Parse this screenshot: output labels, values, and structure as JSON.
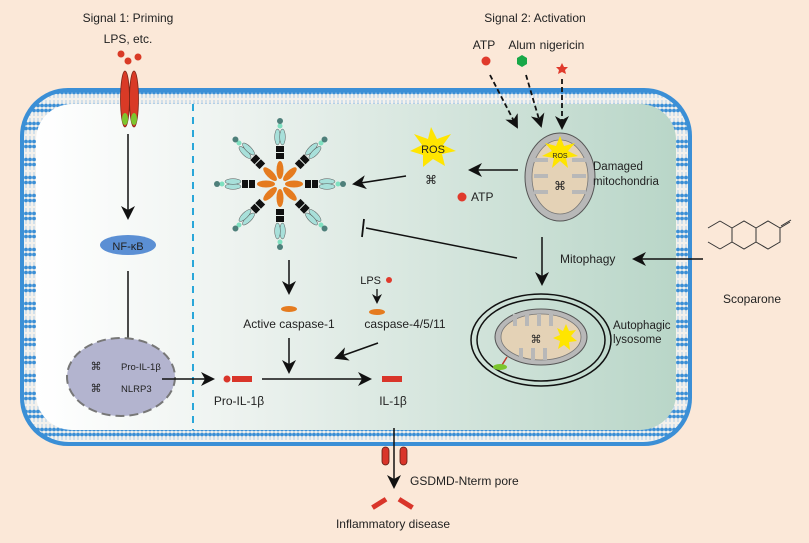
{
  "signal1": {
    "title": "Signal 1: Priming",
    "stimulus": "LPS, etc."
  },
  "signal2": {
    "title": "Signal 2: Activation",
    "stimuli": [
      "ATP",
      "Alum",
      "nigericin"
    ]
  },
  "nucleus": {
    "genes": [
      "Pro-IL-1β",
      "NLRP3"
    ]
  },
  "labels": {
    "nfkb": "NF-κB",
    "ros": "ROS",
    "ros_small": "ROS",
    "atp": "ATP",
    "damaged_mito": [
      "Damaged",
      "mitochondria"
    ],
    "mitophagy": "Mitophagy",
    "autophagic": [
      "Autophagic",
      "lysosome"
    ],
    "active_casp1": "Active caspase-1",
    "lps": "LPS",
    "casp4511": "caspase-4/5/11",
    "pro_il1b": "Pro-IL-1β",
    "il1b": "IL-1β",
    "gsdmd": "GSDMD-Nterm pore",
    "disease": "Inflammatory disease",
    "scoparone": "Scoparone"
  },
  "colors": {
    "background": "#fbe8d8",
    "membrane": "#3b8fd6",
    "receptor": "#d93a26",
    "receptor_tail": "#7cc62e",
    "nfkb": "#5b8fd4",
    "nucleus": "#b3b4cf",
    "caspase": "#e57b1f",
    "il1b": "#d9352a",
    "ros_star": "#ffe500",
    "alum": "#18a848",
    "mito_outer": "#b8b8b8",
    "mito_inner": "#e4d2b6"
  }
}
